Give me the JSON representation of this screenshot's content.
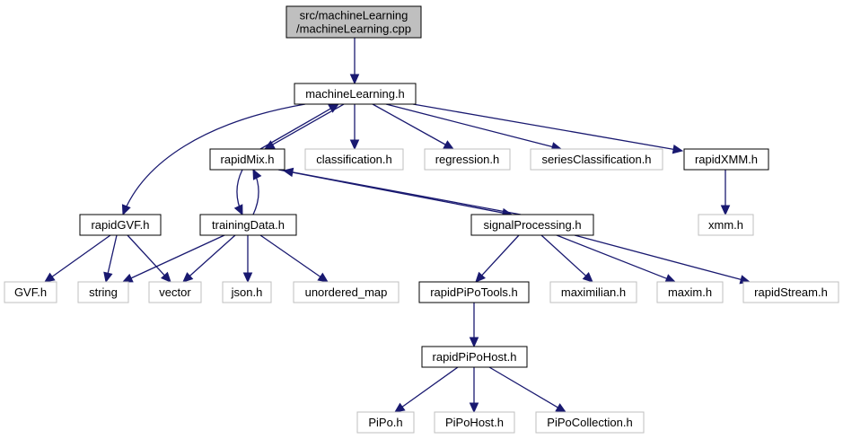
{
  "graph": {
    "colors": {
      "edge": "#191970",
      "root_fill": "#bfbfbf",
      "documented_border": "#000000",
      "undocumented_border": "#bfbfbf",
      "node_fill": "#ffffff"
    },
    "nodes": {
      "root": {
        "lines": [
          "src/machineLearning",
          "/machineLearning.cpp"
        ],
        "kind": "root"
      },
      "machineLearning": {
        "lines": [
          "machineLearning.h"
        ],
        "kind": "documented"
      },
      "rapidMix": {
        "lines": [
          "rapidMix.h"
        ],
        "kind": "documented"
      },
      "classification": {
        "lines": [
          "classification.h"
        ],
        "kind": "undocumented"
      },
      "regression": {
        "lines": [
          "regression.h"
        ],
        "kind": "undocumented"
      },
      "seriesClassification": {
        "lines": [
          "seriesClassification.h"
        ],
        "kind": "undocumented"
      },
      "rapidXMM": {
        "lines": [
          "rapidXMM.h"
        ],
        "kind": "documented"
      },
      "rapidGVF": {
        "lines": [
          "rapidGVF.h"
        ],
        "kind": "documented"
      },
      "trainingData": {
        "lines": [
          "trainingData.h"
        ],
        "kind": "documented"
      },
      "signalProcessing": {
        "lines": [
          "signalProcessing.h"
        ],
        "kind": "documented"
      },
      "xmm": {
        "lines": [
          "xmm.h"
        ],
        "kind": "undocumented"
      },
      "GVF": {
        "lines": [
          "GVF.h"
        ],
        "kind": "undocumented"
      },
      "string": {
        "lines": [
          "string"
        ],
        "kind": "undocumented"
      },
      "vector": {
        "lines": [
          "vector"
        ],
        "kind": "undocumented"
      },
      "json": {
        "lines": [
          "json.h"
        ],
        "kind": "undocumented"
      },
      "unordered_map": {
        "lines": [
          "unordered_map"
        ],
        "kind": "undocumented"
      },
      "rapidPiPoTools": {
        "lines": [
          "rapidPiPoTools.h"
        ],
        "kind": "documented"
      },
      "maximilian": {
        "lines": [
          "maximilian.h"
        ],
        "kind": "undocumented"
      },
      "maxim": {
        "lines": [
          "maxim.h"
        ],
        "kind": "undocumented"
      },
      "rapidStream": {
        "lines": [
          "rapidStream.h"
        ],
        "kind": "undocumented"
      },
      "rapidPiPoHost": {
        "lines": [
          "rapidPiPoHost.h"
        ],
        "kind": "documented"
      },
      "PiPo": {
        "lines": [
          "PiPo.h"
        ],
        "kind": "undocumented"
      },
      "PiPoHost": {
        "lines": [
          "PiPoHost.h"
        ],
        "kind": "undocumented"
      },
      "PiPoCollection": {
        "lines": [
          "PiPoCollection.h"
        ],
        "kind": "undocumented"
      }
    },
    "edges": [
      {
        "from": "root",
        "to": "machineLearning"
      },
      {
        "from": "machineLearning",
        "to": "rapidMix"
      },
      {
        "from": "machineLearning",
        "to": "classification"
      },
      {
        "from": "machineLearning",
        "to": "regression"
      },
      {
        "from": "machineLearning",
        "to": "seriesClassification"
      },
      {
        "from": "machineLearning",
        "to": "rapidXMM"
      },
      {
        "from": "machineLearning",
        "to": "rapidGVF"
      },
      {
        "from": "rapidMix",
        "to": "machineLearning"
      },
      {
        "from": "rapidMix",
        "to": "trainingData"
      },
      {
        "from": "rapidMix",
        "to": "signalProcessing"
      },
      {
        "from": "trainingData",
        "to": "rapidMix"
      },
      {
        "from": "signalProcessing",
        "to": "rapidMix"
      },
      {
        "from": "rapidXMM",
        "to": "xmm"
      },
      {
        "from": "rapidGVF",
        "to": "GVF"
      },
      {
        "from": "rapidGVF",
        "to": "string"
      },
      {
        "from": "rapidGVF",
        "to": "vector"
      },
      {
        "from": "trainingData",
        "to": "string"
      },
      {
        "from": "trainingData",
        "to": "vector"
      },
      {
        "from": "trainingData",
        "to": "json"
      },
      {
        "from": "trainingData",
        "to": "unordered_map"
      },
      {
        "from": "signalProcessing",
        "to": "rapidPiPoTools"
      },
      {
        "from": "signalProcessing",
        "to": "maximilian"
      },
      {
        "from": "signalProcessing",
        "to": "maxim"
      },
      {
        "from": "signalProcessing",
        "to": "rapidStream"
      },
      {
        "from": "rapidPiPoTools",
        "to": "rapidPiPoHost"
      },
      {
        "from": "rapidPiPoHost",
        "to": "PiPo"
      },
      {
        "from": "rapidPiPoHost",
        "to": "PiPoHost"
      },
      {
        "from": "rapidPiPoHost",
        "to": "PiPoCollection"
      }
    ]
  }
}
